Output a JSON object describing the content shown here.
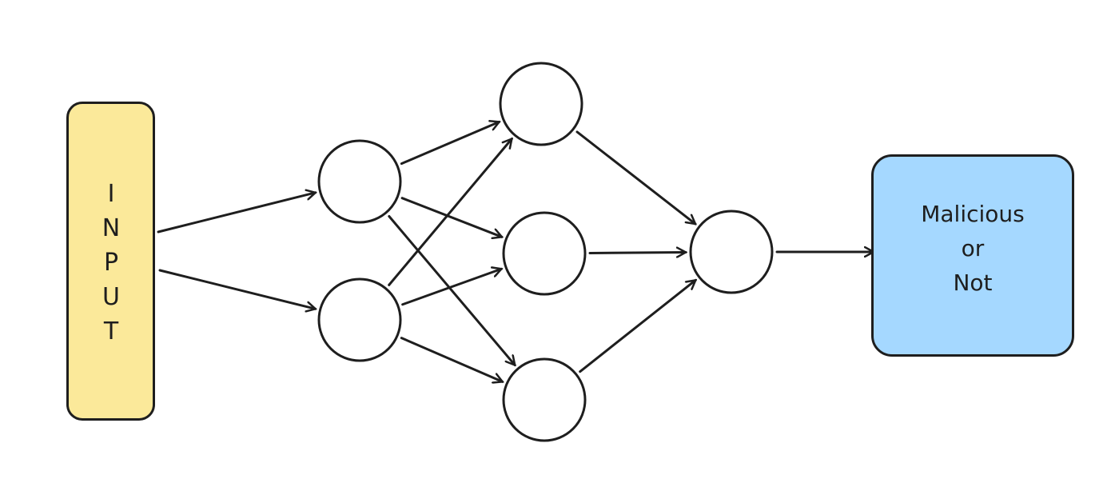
{
  "input": {
    "label": "INPUT",
    "letters": [
      "I",
      "N",
      "P",
      "U",
      "T"
    ],
    "fill": "#fbe99a"
  },
  "output": {
    "lines": [
      "Malicious",
      "or",
      "Not"
    ],
    "fill": "#a5d8ff"
  },
  "stroke_color": "#1e1e1e",
  "nodes": [
    "h1",
    "h2",
    "a",
    "b",
    "c",
    "out"
  ],
  "edges": [
    [
      "input",
      "h1"
    ],
    [
      "input",
      "h2"
    ],
    [
      "h1",
      "a"
    ],
    [
      "h1",
      "b"
    ],
    [
      "h1",
      "c"
    ],
    [
      "h2",
      "a"
    ],
    [
      "h2",
      "b"
    ],
    [
      "h2",
      "c"
    ],
    [
      "a",
      "out"
    ],
    [
      "b",
      "out"
    ],
    [
      "c",
      "out"
    ],
    [
      "out",
      "result"
    ]
  ]
}
